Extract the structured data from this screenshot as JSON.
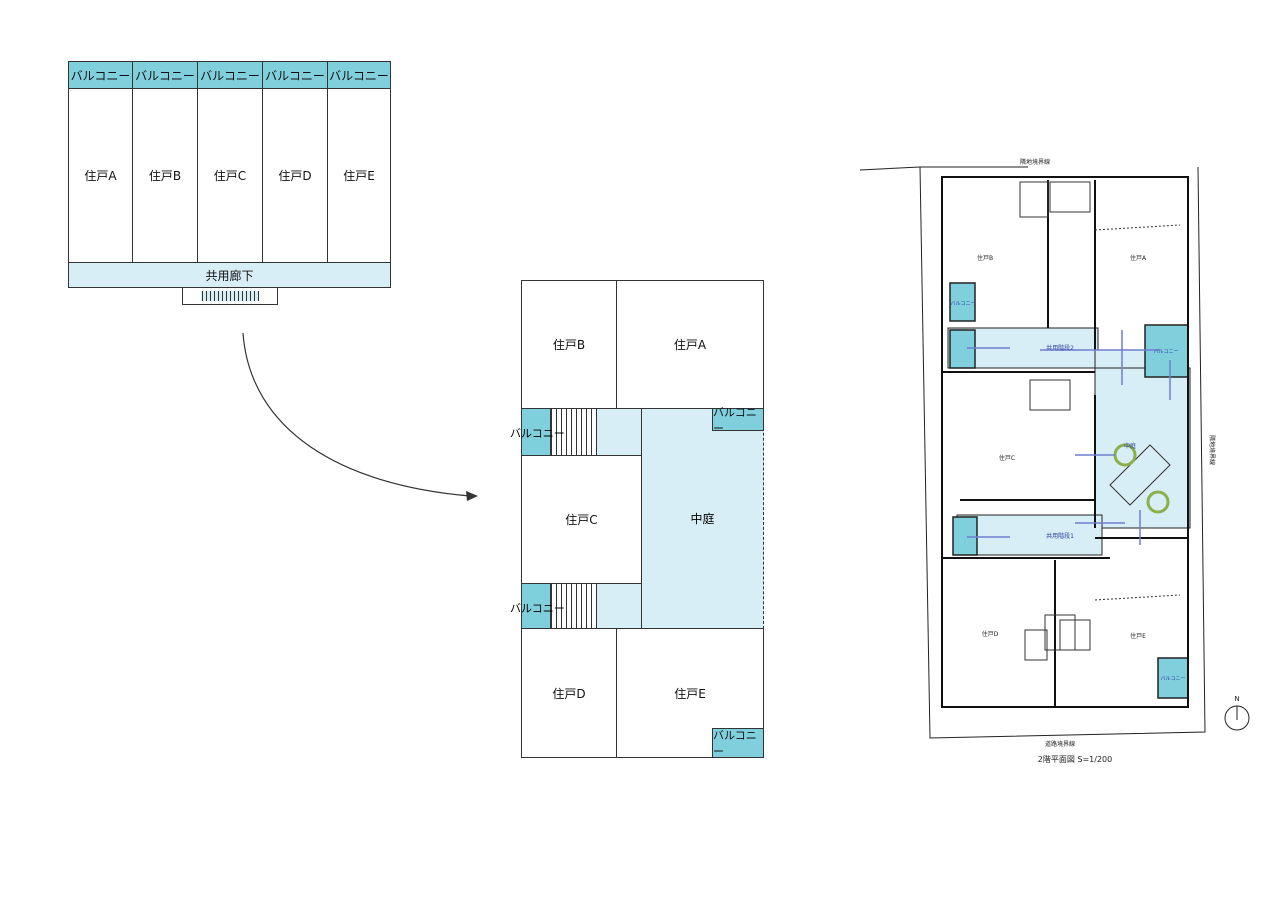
{
  "left_diagram": {
    "balconies": [
      "バルコニー",
      "バルコニー",
      "バルコニー",
      "バルコニー",
      "バルコニー"
    ],
    "units": [
      "住戸A",
      "住戸B",
      "住戸C",
      "住戸D",
      "住戸E"
    ],
    "corridor": "共用廊下"
  },
  "middle_diagram": {
    "unit_a": "住戸A",
    "unit_b": "住戸B",
    "unit_c": "住戸C",
    "unit_d": "住戸D",
    "unit_e": "住戸E",
    "courtyard": "中庭",
    "balcony": "バルコニー"
  },
  "floor_plan": {
    "top_boundary": "隣地境界線",
    "right_boundary": "隣地境界線",
    "bottom_boundary": "道路境界線",
    "unit_a": "住戸A",
    "unit_b": "住戸B",
    "unit_c": "住戸C",
    "unit_d": "住戸D",
    "unit_e": "住戸E",
    "courtyard": "中庭",
    "stair_1": "共用階段1",
    "stair_2": "共用階段2",
    "balcony": "バルコニー",
    "north": "N",
    "caption": "2階平面図 S=1/200"
  },
  "colors": {
    "balcony": "#7fcfdd",
    "common": "#d8eef6",
    "arrow": "#6f7fd0"
  }
}
